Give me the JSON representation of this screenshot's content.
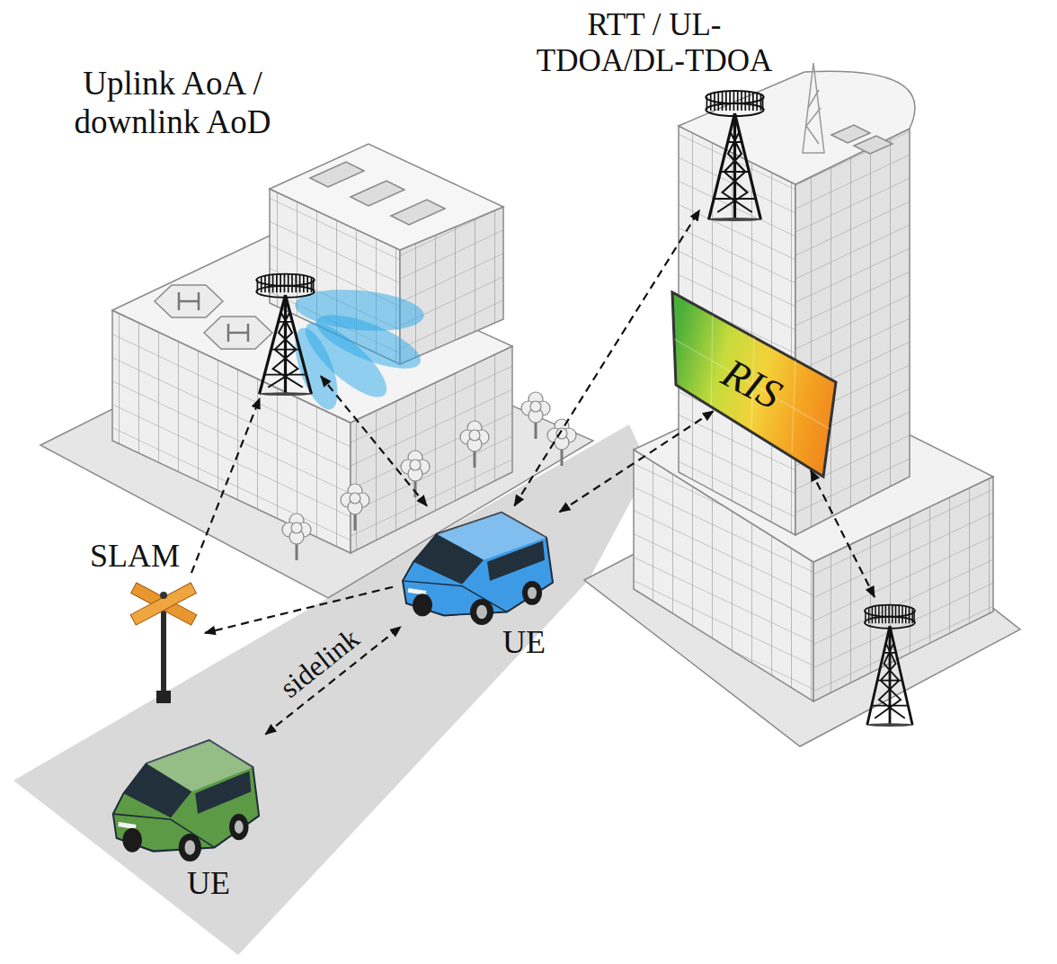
{
  "diagram": {
    "nodes": [
      {
        "text": [
          "Uplink AoA / downlink AoD"
        ]
      },
      {
        "text": [
          "RTT / UL- TDOA/DL-TDOA"
        ]
      },
      {
        "text": [
          "RIS"
        ]
      },
      {
        "text": [
          "SLAM"
        ]
      },
      {
        "text": [
          "UE"
        ]
      },
      {
        "text": [
          "UE"
        ]
      }
    ],
    "edges": [
      {
        "from": 4,
        "to": 0,
        "arrow": "both"
      },
      {
        "from": 4,
        "to": 1,
        "arrow": "both"
      },
      {
        "from": 4,
        "to": 2,
        "arrow": "both"
      },
      {
        "from": 4,
        "to": 3,
        "arrow": "to"
      },
      {
        "from": 3,
        "to": 0,
        "arrow": "to"
      },
      {
        "from": 5,
        "to": 4,
        "arrow": "both",
        "label": "sidelink"
      }
    ]
  }
}
